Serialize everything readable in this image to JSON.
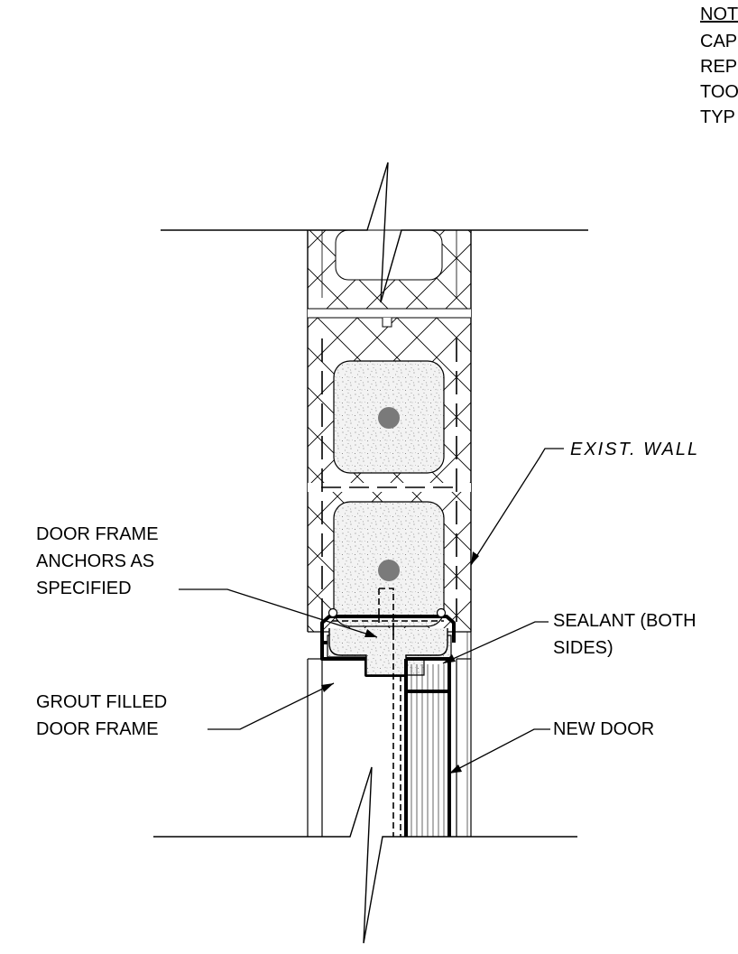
{
  "notes": {
    "heading": "NOT",
    "lines": [
      "CAP",
      "REP",
      "TOO",
      "TYP"
    ]
  },
  "labels": {
    "exist_wall": "EXIST.  WALL",
    "door_frame_anchors": [
      "DOOR FRAME",
      "ANCHORS AS",
      "SPECIFIED"
    ],
    "sealant": [
      "SEALANT (BOTH",
      "SIDES)"
    ],
    "grout_filled_frame": [
      "GROUT FILLED",
      "DOOR FRAME"
    ],
    "new_door": "NEW DOOR"
  },
  "colors": {
    "line": "#000000",
    "rebar": "#7a7a7a",
    "grout_fill": "#f1f1f1",
    "background": "#ffffff"
  }
}
